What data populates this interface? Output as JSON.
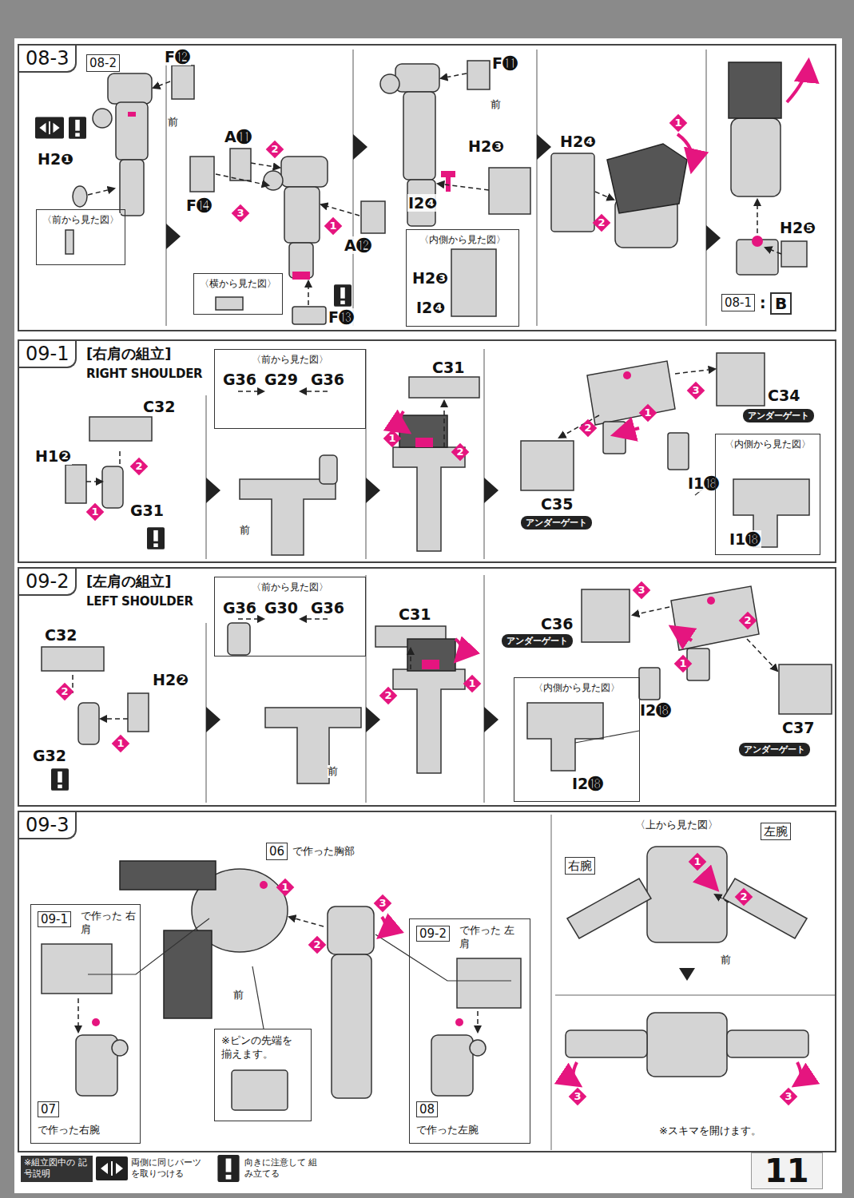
{
  "diagram": {
    "nodes": [
      {
        "text": [
          "08-3"
        ]
      },
      {
        "text": [
          "〈前から見た図〉"
        ],
        "in": 0
      },
      {
        "text": [
          "〈横から見た図〉"
        ],
        "in": 0
      },
      {
        "text": [
          "〈内側から見た図〉"
        ],
        "in": 0
      },
      {
        "text": [
          "09-1",
          "[右肩の組立]",
          "RIGHT SHOULDER"
        ]
      },
      {
        "text": [
          "〈前から見た図〉"
        ],
        "in": 4
      },
      {
        "text": [
          "〈内側から見た図〉"
        ],
        "in": 4
      },
      {
        "text": [
          "09-2",
          "[左肩の組立]",
          "LEFT SHOULDER"
        ]
      },
      {
        "text": [
          "〈前から見た図〉"
        ],
        "in": 7
      },
      {
        "text": [
          "〈内側から見た図〉"
        ],
        "in": 7
      },
      {
        "text": [
          "09-3"
        ]
      },
      {
        "text": [
          "09-1",
          "で作った 右肩",
          "07",
          "で作った右腕"
        ],
        "in": 10
      },
      {
        "text": [
          "※ピンの先端を 揃えます。"
        ],
        "in": 10
      },
      {
        "text": [
          "09-2",
          "で作った 左肩",
          "08",
          "で作った左腕"
        ],
        "in": 10
      }
    ],
    "labels": [
      "08-2",
      "F⓬",
      "前",
      "H2❶",
      "A⓫",
      "2",
      "F⓮",
      "3",
      "1",
      "A⓬",
      "F⓭",
      "F⓫",
      "前",
      "H2❸",
      "I2❹",
      "H2❸",
      "I2❹",
      "H2❹",
      "1",
      "2",
      "H2❺",
      "08-1",
      ":",
      "B",
      "C32",
      "H1❷",
      "2",
      "1",
      "G31",
      "G36",
      "G29",
      "G36",
      "前",
      "C31",
      "1",
      "2",
      "C34",
      "アンダーゲート",
      "3",
      "2",
      "1",
      "I1⓲",
      "C35",
      "アンダーゲート",
      "I1⓲",
      "C32",
      "H2❷",
      "2",
      "1",
      "G32",
      "G36",
      "G30",
      "G36",
      "前",
      "C31",
      "2",
      "1",
      "C36",
      "アンダーゲート",
      "3",
      "1",
      "2",
      "I2⓲",
      "C37",
      "アンダーゲート",
      "I2⓲",
      "06",
      "で作った胸部",
      "1",
      "2",
      "3",
      "前",
      "〈上から見た図〉",
      "左腕",
      "右腕",
      "1",
      "2",
      "前",
      "3",
      "3",
      "※スキマを開けます。",
      "※組立図中の 記号説明",
      "両側に同じパーツ を取りつける",
      "向きに注意して 組み立てる",
      "11"
    ]
  }
}
